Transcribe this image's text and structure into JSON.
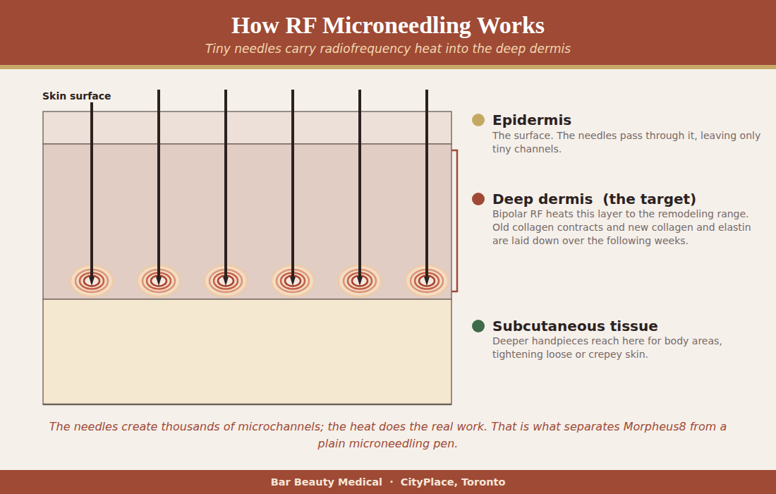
{
  "diagram": {
    "title": "How RF Microneedling Works",
    "caption": "The needles create thousands of microchannels; the heat does the real work. That is what separates Morpheus8 from a plain microneedling pen.",
    "labels": [
      "Tiny needles carry radiofrequency heat into the deep dermis",
      "Skin surface",
      "The surface. The needles pass through it, leaving only tiny channels.",
      "Bipolar RF heats this layer to the remodeling range. Old collagen contracts and new collagen and elastin are laid down over the following weeks.",
      "Deeper handpieces reach here for body areas, tightening loose or crepey skin.",
      "Bar Beauty Medical  ·  CityPlace, Toronto"
    ],
    "legend": [
      {
        "text": "Epidermis",
        "color": "#c4a862"
      },
      {
        "text": "Deep dermis  (the target)",
        "color": "#9e4a35"
      },
      {
        "text": "Subcutaneous tissue",
        "color": "#3e6b4a"
      }
    ]
  }
}
